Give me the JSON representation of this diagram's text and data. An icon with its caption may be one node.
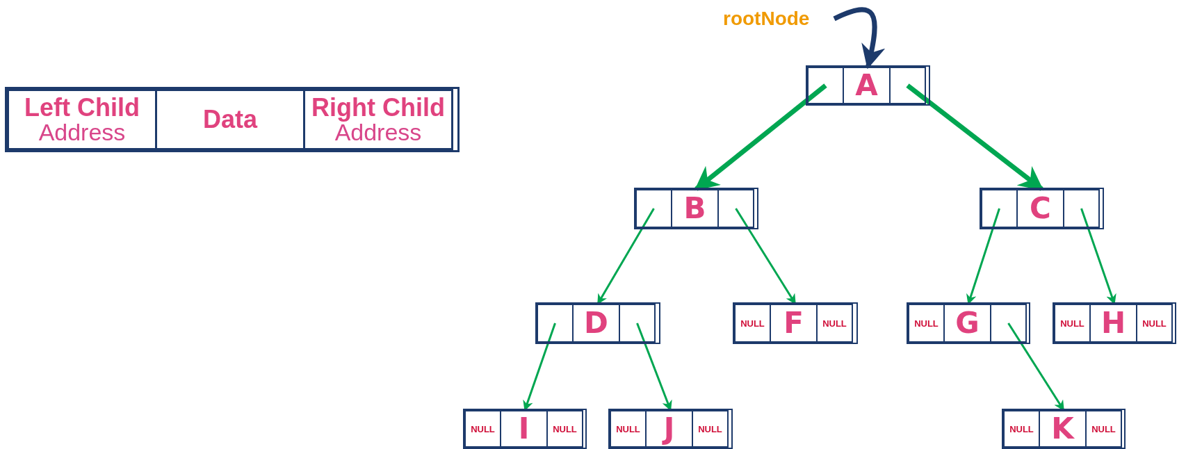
{
  "diagram": {
    "nodes": [
      {
        "text": [],
        "shape": "box"
      },
      {
        "text": [
          "Left Child",
          "Address"
        ],
        "in": 0
      },
      {
        "text": [
          "Data"
        ],
        "in": 0
      },
      {
        "text": [
          "Right Child",
          "Address"
        ],
        "in": 0
      },
      {
        "text": [
          "rootNode"
        ]
      },
      {
        "text": [],
        "shape": "box"
      },
      {
        "text": [],
        "shape": "box",
        "in": 5
      },
      {
        "text": [
          "A"
        ],
        "in": 5
      },
      {
        "text": [],
        "shape": "box",
        "in": 5
      },
      {
        "text": [],
        "shape": "box"
      },
      {
        "text": [],
        "shape": "box",
        "in": 9
      },
      {
        "text": [
          "B"
        ],
        "in": 9
      },
      {
        "text": [],
        "shape": "box",
        "in": 9
      },
      {
        "text": [],
        "shape": "box"
      },
      {
        "text": [],
        "shape": "box",
        "in": 13
      },
      {
        "text": [
          "C"
        ],
        "in": 13
      },
      {
        "text": [],
        "shape": "box",
        "in": 13
      },
      {
        "text": [],
        "shape": "box"
      },
      {
        "text": [],
        "shape": "box",
        "in": 17
      },
      {
        "text": [
          "D"
        ],
        "in": 17
      },
      {
        "text": [],
        "shape": "box",
        "in": 17
      },
      {
        "text": [],
        "shape": "box"
      },
      {
        "text": [
          "NULL"
        ],
        "in": 21
      },
      {
        "text": [
          "F"
        ],
        "in": 21
      },
      {
        "text": [
          "NULL"
        ],
        "in": 21
      },
      {
        "text": [],
        "shape": "box"
      },
      {
        "text": [
          "NULL"
        ],
        "in": 25
      },
      {
        "text": [
          "G"
        ],
        "in": 25
      },
      {
        "text": [],
        "shape": "box",
        "in": 25
      },
      {
        "text": [],
        "shape": "box"
      },
      {
        "text": [
          "NULL"
        ],
        "in": 29
      },
      {
        "text": [
          "H"
        ],
        "in": 29
      },
      {
        "text": [
          "NULL"
        ],
        "in": 29
      },
      {
        "text": [],
        "shape": "box"
      },
      {
        "text": [
          "NULL"
        ],
        "in": 33
      },
      {
        "text": [
          "I"
        ],
        "in": 33
      },
      {
        "text": [
          "NULL"
        ],
        "in": 33
      },
      {
        "text": [],
        "shape": "box"
      },
      {
        "text": [
          "NULL"
        ],
        "in": 37
      },
      {
        "text": [
          "J"
        ],
        "in": 37
      },
      {
        "text": [
          "NULL"
        ],
        "in": 37
      },
      {
        "text": [],
        "shape": "box"
      },
      {
        "text": [
          "NULL"
        ],
        "in": 41
      },
      {
        "text": [
          "K"
        ],
        "in": 41
      },
      {
        "text": [
          "NULL"
        ],
        "in": 41
      }
    ],
    "edges": [
      {
        "from": 4,
        "to": 5,
        "arrow": "to",
        "style": "thick",
        "color": "#1d3a6b"
      },
      {
        "from": 6,
        "to": 9,
        "arrow": "to",
        "style": "thick"
      },
      {
        "from": 8,
        "to": 13,
        "arrow": "to",
        "style": "thick"
      },
      {
        "from": 10,
        "to": 17,
        "arrow": "to"
      },
      {
        "from": 12,
        "to": 21,
        "arrow": "to"
      },
      {
        "from": 14,
        "to": 25,
        "arrow": "to"
      },
      {
        "from": 16,
        "to": 29,
        "arrow": "to"
      },
      {
        "from": 18,
        "to": 33,
        "arrow": "to"
      },
      {
        "from": 20,
        "to": 37,
        "arrow": "to"
      },
      {
        "from": 28,
        "to": 41,
        "arrow": "to"
      }
    ]
  }
}
